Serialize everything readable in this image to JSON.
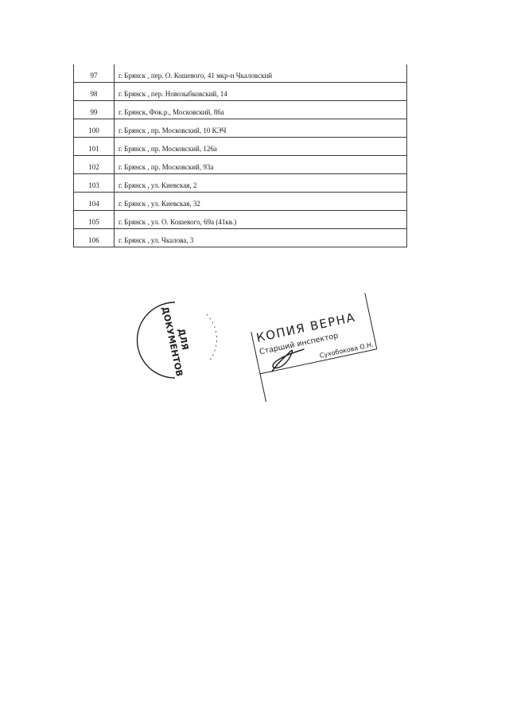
{
  "table": {
    "rows": [
      {
        "num": "97",
        "address": "г. Брянск , пер. О. Кошевого, 41 мкр-н Чкаловский"
      },
      {
        "num": "98",
        "address": "г. Брянск , пер. Новозыбковский, 14"
      },
      {
        "num": "99",
        "address": "г. Брянск, Фок.р., Московский, 86а"
      },
      {
        "num": "100",
        "address": "г. Брянск , пр. Московский, 10 КЭЧ"
      },
      {
        "num": "101",
        "address": "г. Брянск , пр. Московский, 126а"
      },
      {
        "num": "102",
        "address": "г. Брянск , пр. Московский, 93а"
      },
      {
        "num": "103",
        "address": "г. Брянск , ул. Киевская, 2"
      },
      {
        "num": "104",
        "address": "г. Брянск , ул. Киевская, 32"
      },
      {
        "num": "105",
        "address": "г. Брянск , ул. О. Кошевого, 69а (41кв.)"
      },
      {
        "num": "106",
        "address": "г. Брянск , ул. Чкалова, 3"
      }
    ]
  },
  "stamp_round": {
    "line1": "ДЛЯ",
    "line2": "ДОКУМЕНТОВ"
  },
  "stamp_certify": {
    "title": "КОПИЯ ВЕРНА",
    "position": "Старший инспектор",
    "name": "Сухобокова О.Н."
  },
  "colors": {
    "ink": "#222222",
    "table_border": "#3a3a3a"
  }
}
